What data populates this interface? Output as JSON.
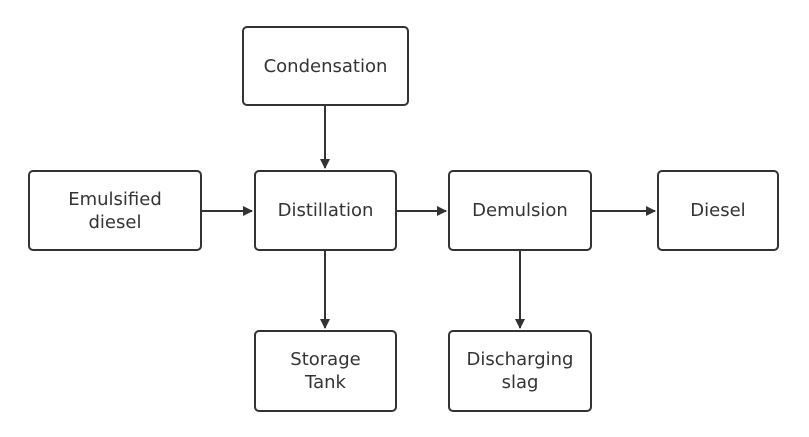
{
  "colors": {
    "stroke": "#333333",
    "text": "#333333",
    "background": "#ffffff",
    "node_fill": "#ffffff"
  },
  "nodes": {
    "condensation": "Condensation",
    "emulsified_diesel": "Emulsified\ndiesel",
    "distillation": "Distillation",
    "demulsion": "Demulsion",
    "diesel": "Diesel",
    "storage_tank": "Storage\nTank",
    "discharging_slag": "Discharging\nslag"
  },
  "edges": [
    {
      "from": "condensation",
      "to": "distillation"
    },
    {
      "from": "emulsified_diesel",
      "to": "distillation"
    },
    {
      "from": "distillation",
      "to": "demulsion"
    },
    {
      "from": "demulsion",
      "to": "diesel"
    },
    {
      "from": "distillation",
      "to": "storage_tank"
    },
    {
      "from": "demulsion",
      "to": "discharging_slag"
    }
  ]
}
